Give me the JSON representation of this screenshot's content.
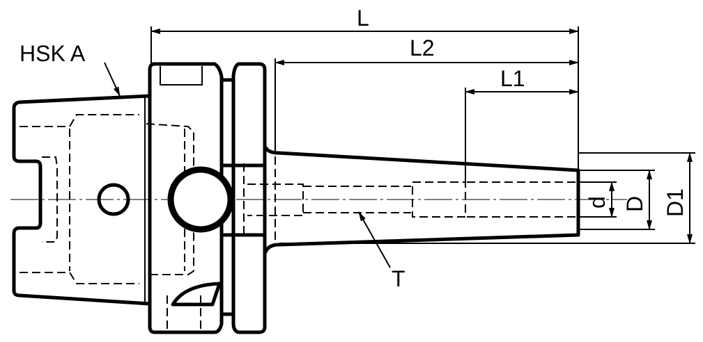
{
  "labels": {
    "L": "L",
    "L2": "L2",
    "L1": "L1",
    "hsk": "HSK A",
    "d": "d",
    "D": "D",
    "D1": "D1",
    "T": "T"
  }
}
